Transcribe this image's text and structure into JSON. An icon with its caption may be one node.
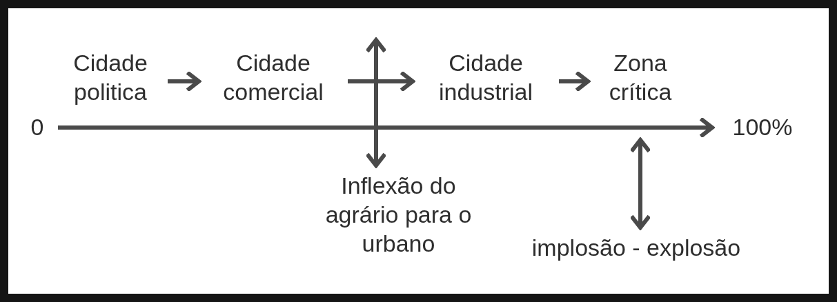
{
  "diagram": {
    "nodes": [
      {
        "text": [
          "Cidade politica"
        ]
      },
      {
        "text": [
          "Cidade comercial"
        ]
      },
      {
        "text": [
          "Cidade industrial"
        ]
      },
      {
        "text": [
          "Zona crítica"
        ]
      },
      {
        "text": [
          "0"
        ]
      },
      {
        "text": [
          "100%"
        ]
      },
      {
        "text": [
          "Inflexão do agrário para o urbano"
        ]
      },
      {
        "text": [
          "implosão - explosão"
        ]
      }
    ],
    "edges": [
      {
        "from": 0,
        "to": 1,
        "arrow": "to"
      },
      {
        "from": 1,
        "to": 2,
        "arrow": "to"
      },
      {
        "from": 2,
        "to": 3,
        "arrow": "to"
      },
      {
        "from": 4,
        "to": 5,
        "arrow": "to"
      },
      {
        "from": null,
        "to": 6,
        "arrow": "both"
      },
      {
        "from": null,
        "to": 7,
        "arrow": "both"
      }
    ]
  }
}
